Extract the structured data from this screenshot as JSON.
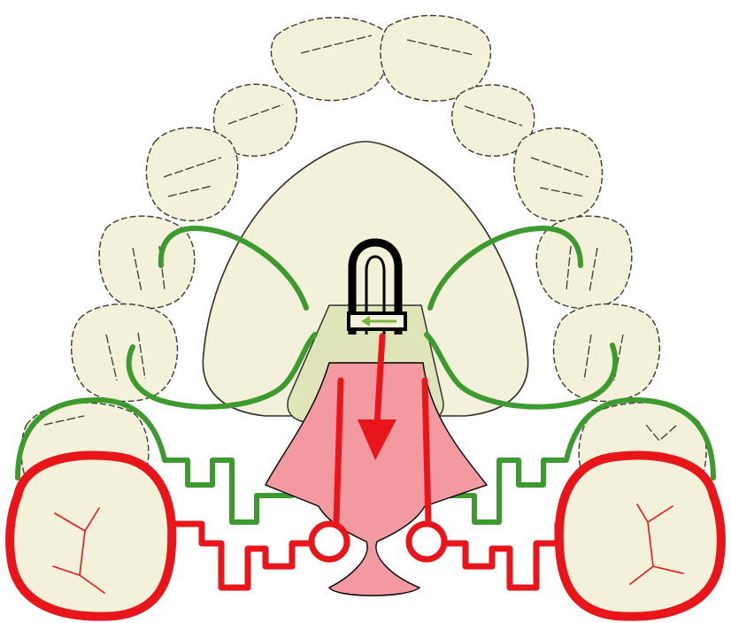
{
  "colors": {
    "background": "#ffffff",
    "tooth_fill": "#f3f1d9",
    "palate_fill": "#f3f1d9",
    "appliance_green": "#3d9a2f",
    "acrylic_green": "#dfe5b9",
    "appliance_red": "#e8161b",
    "acrylic_red": "#f29aa0",
    "screw_outline": "#000000"
  },
  "diagram": {
    "subject": "upper-dental-arch-with-expansion-appliance",
    "arrow_direction": [
      "down",
      "left"
    ],
    "icons": [
      "tooth-icon",
      "expansion-screw-icon",
      "arrow-down-icon",
      "arrow-left-icon",
      "loop-clasp-icon"
    ]
  }
}
